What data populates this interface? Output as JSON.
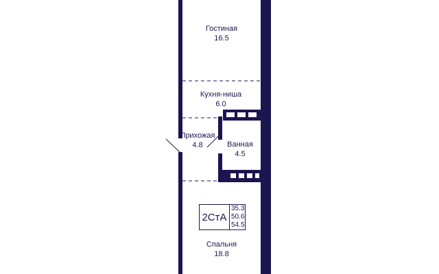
{
  "plan": {
    "wall_color": "#1b1650",
    "rooms": [
      {
        "name": "Гостиная",
        "area": "16.5"
      },
      {
        "name": "Кухня-ниша",
        "area": "6.0"
      },
      {
        "name": "Прихожая",
        "area": "4.8"
      },
      {
        "name": "Ванная",
        "area": "4.5"
      },
      {
        "name": "Спальня",
        "area": "18.8"
      }
    ],
    "badge": {
      "code": "2СтА",
      "areas": [
        "35.3",
        "50.6",
        "54.5"
      ]
    }
  }
}
